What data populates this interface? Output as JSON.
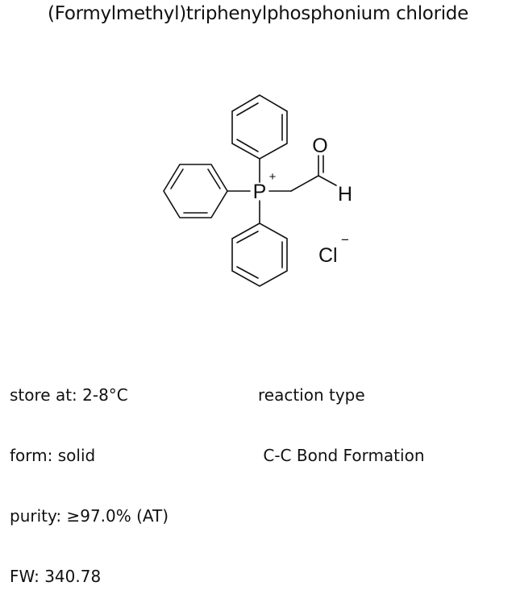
{
  "title": "(Formylmethyl)triphenylphosphonium chloride",
  "structure": {
    "atoms": {
      "phosphorus": "P",
      "phosphorus_charge": "+",
      "oxygen": "O",
      "hydrogen": "H",
      "chloride": "Cl",
      "chloride_charge": "−"
    },
    "line_color": "#111111"
  },
  "properties": {
    "store_at": "store at: 2-8°C",
    "form": "form: solid",
    "purity": "purity: ≥97.0% (AT)",
    "fw": "FW: 340.78"
  },
  "reaction": {
    "label": "reaction type",
    "value": " C-C Bond Formation"
  }
}
